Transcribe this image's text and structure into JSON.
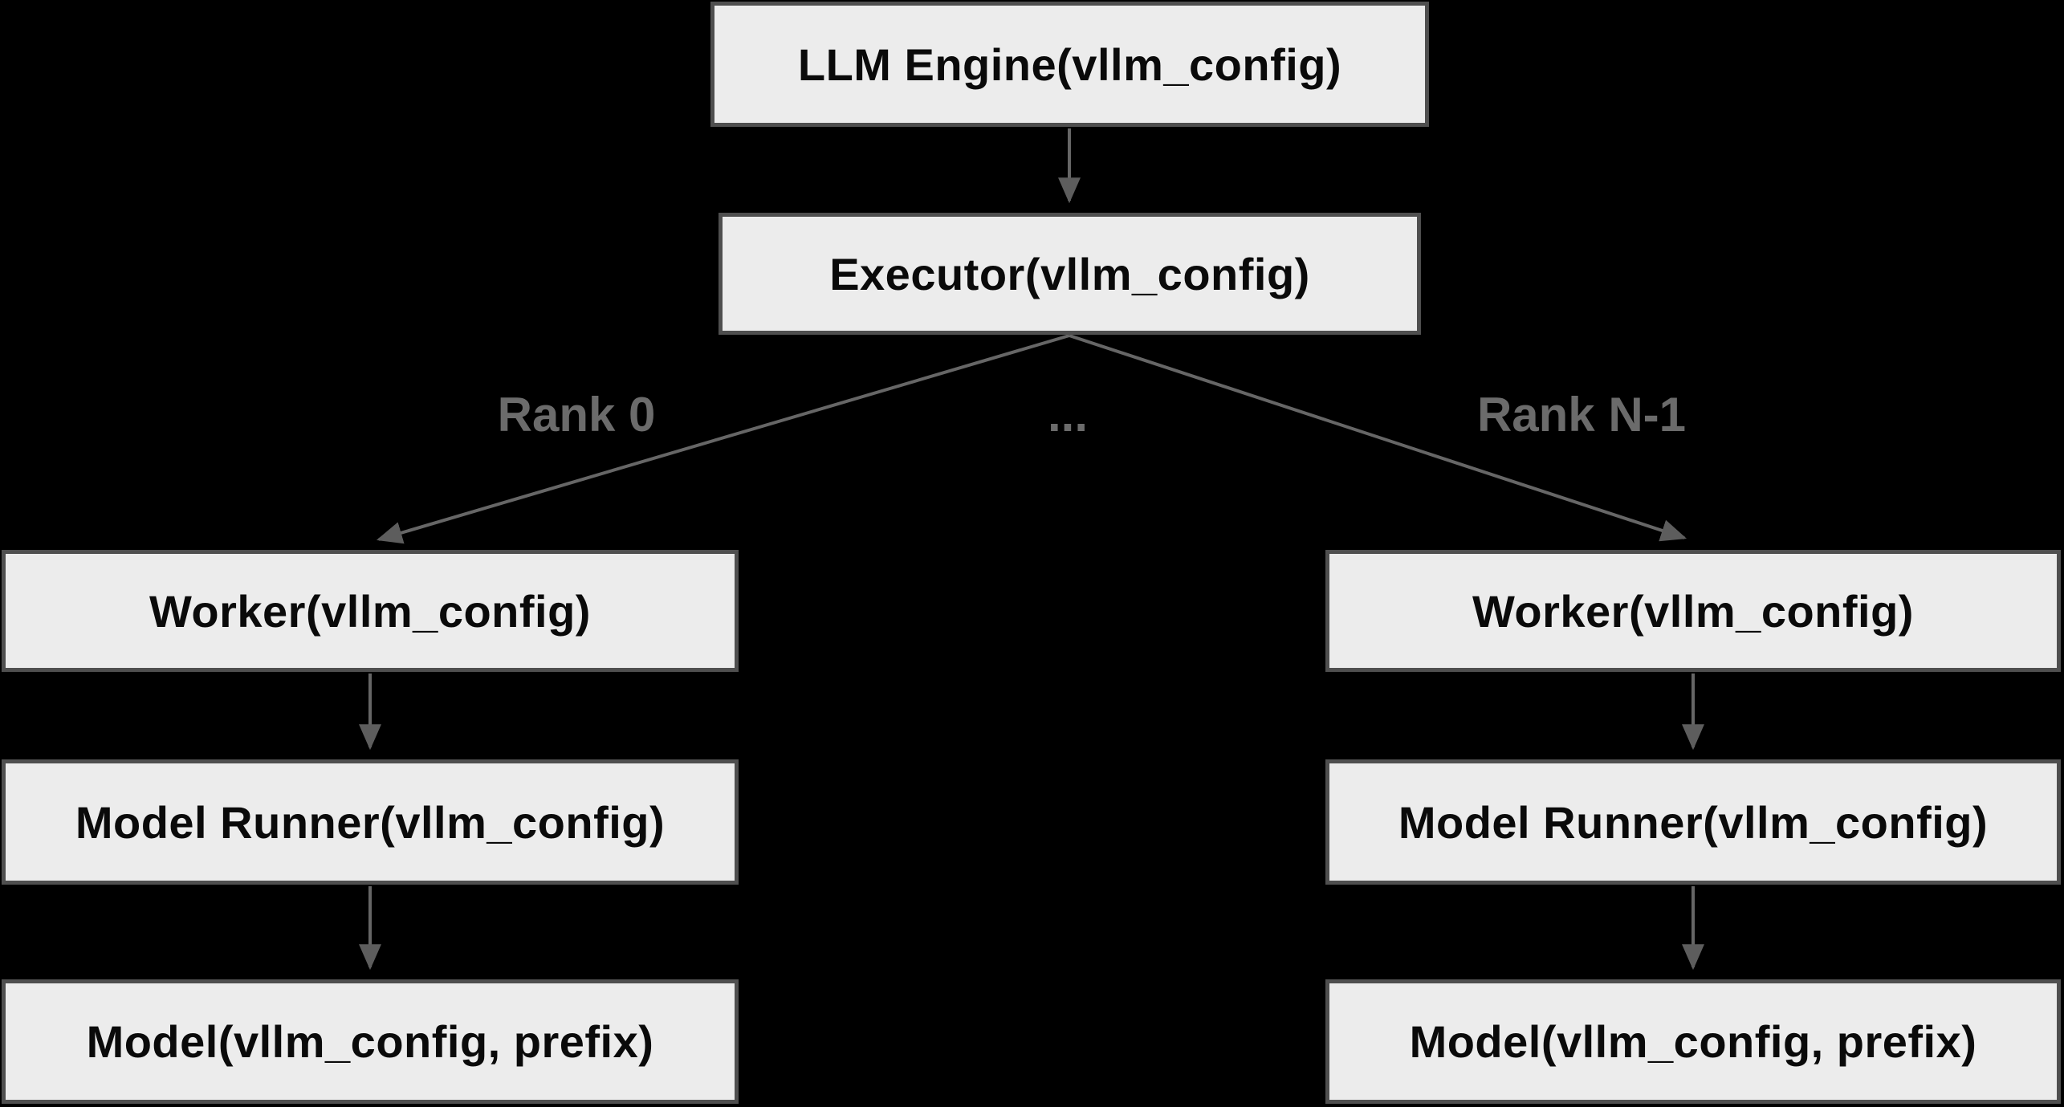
{
  "colors": {
    "background": "#000000",
    "node_fill": "#ececec",
    "node_border": "#4f4f4f",
    "node_text": "#0a0a0a",
    "edge_line": "#666666",
    "arrowhead": "#5d5d5d",
    "edge_label": "#6b6b6b"
  },
  "nodes": {
    "llm_engine": {
      "label": "LLM Engine(vllm_config)"
    },
    "executor": {
      "label": "Executor(vllm_config)"
    },
    "worker_left": {
      "label": "Worker(vllm_config)"
    },
    "worker_right": {
      "label": "Worker(vllm_config)"
    },
    "model_runner_left": {
      "label": "Model Runner(vllm_config)"
    },
    "model_runner_right": {
      "label": "Model Runner(vllm_config)"
    },
    "model_left": {
      "label": "Model(vllm_config, prefix)"
    },
    "model_right": {
      "label": "Model(vllm_config, prefix)"
    }
  },
  "edge_labels": {
    "rank_0": "Rank 0",
    "ellipsis": "...",
    "rank_n": "Rank N-1"
  }
}
